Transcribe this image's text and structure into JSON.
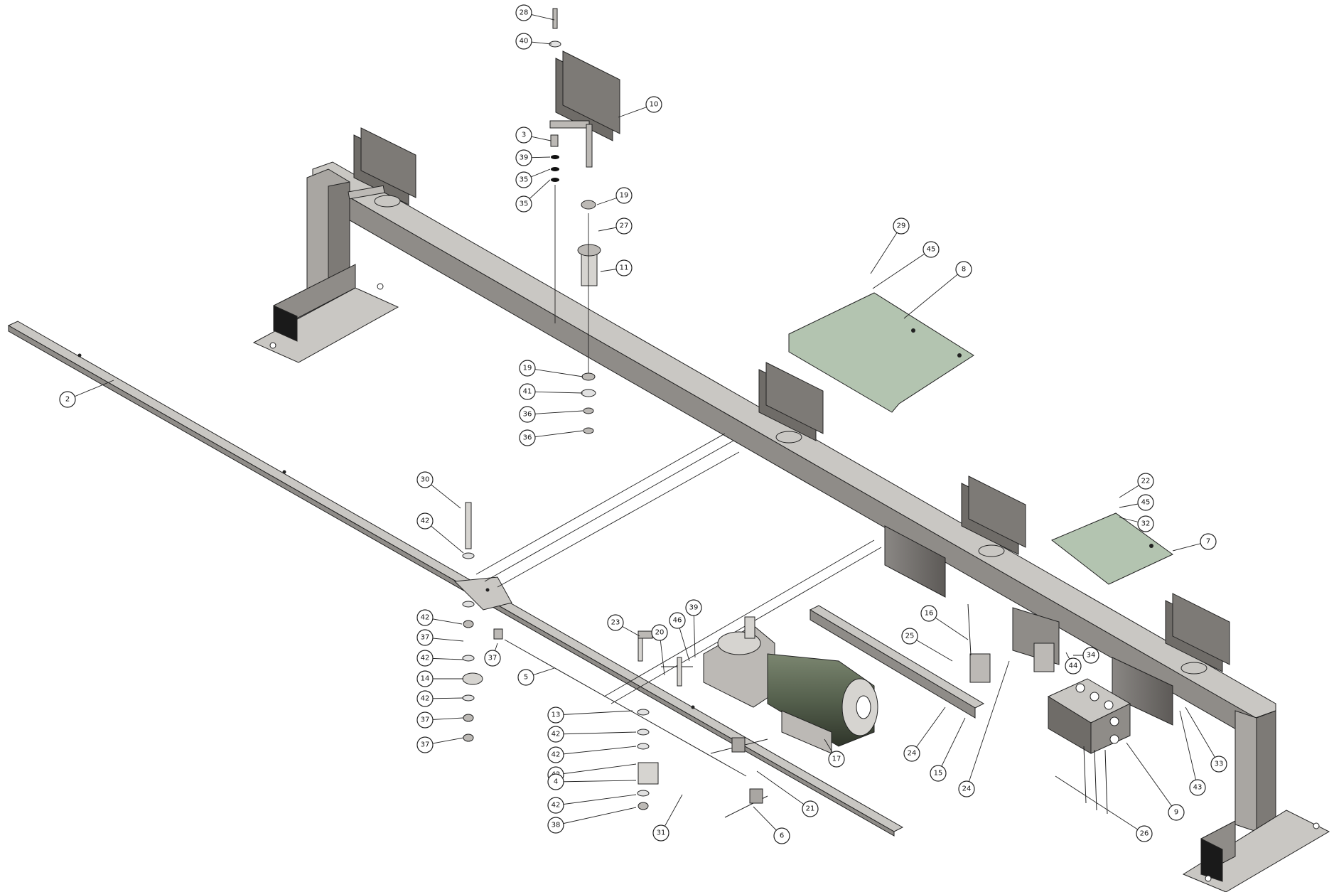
{
  "diagram": {
    "type": "exploded-assembly",
    "colors": {
      "steel_top": "#c9c7c3",
      "steel_side": "#8f8c88",
      "steel_dark": "#6e6b67",
      "plate_dark": "#6f6c68",
      "cover_green": "#b3c4b0",
      "motor_green": "#55604d",
      "outline": "#222222"
    },
    "balloons": [
      {
        "label": "28"
      },
      {
        "label": "40"
      },
      {
        "label": "10"
      },
      {
        "label": "3"
      },
      {
        "label": "39"
      },
      {
        "label": "35"
      },
      {
        "label": "35"
      },
      {
        "label": "19"
      },
      {
        "label": "27"
      },
      {
        "label": "11"
      },
      {
        "label": "29"
      },
      {
        "label": "45"
      },
      {
        "label": "8"
      },
      {
        "label": "2"
      },
      {
        "label": "19"
      },
      {
        "label": "41"
      },
      {
        "label": "36"
      },
      {
        "label": "36"
      },
      {
        "label": "30"
      },
      {
        "label": "42"
      },
      {
        "label": "22"
      },
      {
        "label": "45"
      },
      {
        "label": "32"
      },
      {
        "label": "7"
      },
      {
        "label": "42"
      },
      {
        "label": "37"
      },
      {
        "label": "42"
      },
      {
        "label": "14"
      },
      {
        "label": "42"
      },
      {
        "label": "37"
      },
      {
        "label": "37"
      },
      {
        "label": "37"
      },
      {
        "label": "5"
      },
      {
        "label": "23"
      },
      {
        "label": "20"
      },
      {
        "label": "46"
      },
      {
        "label": "39"
      },
      {
        "label": "16"
      },
      {
        "label": "25"
      },
      {
        "label": "34"
      },
      {
        "label": "44"
      },
      {
        "label": "13"
      },
      {
        "label": "42"
      },
      {
        "label": "42"
      },
      {
        "label": "42"
      },
      {
        "label": "4"
      },
      {
        "label": "42"
      },
      {
        "label": "38"
      },
      {
        "label": "31"
      },
      {
        "label": "21"
      },
      {
        "label": "6"
      },
      {
        "label": "17"
      },
      {
        "label": "24"
      },
      {
        "label": "15"
      },
      {
        "label": "24"
      },
      {
        "label": "9"
      },
      {
        "label": "43"
      },
      {
        "label": "33"
      },
      {
        "label": "26"
      }
    ]
  }
}
